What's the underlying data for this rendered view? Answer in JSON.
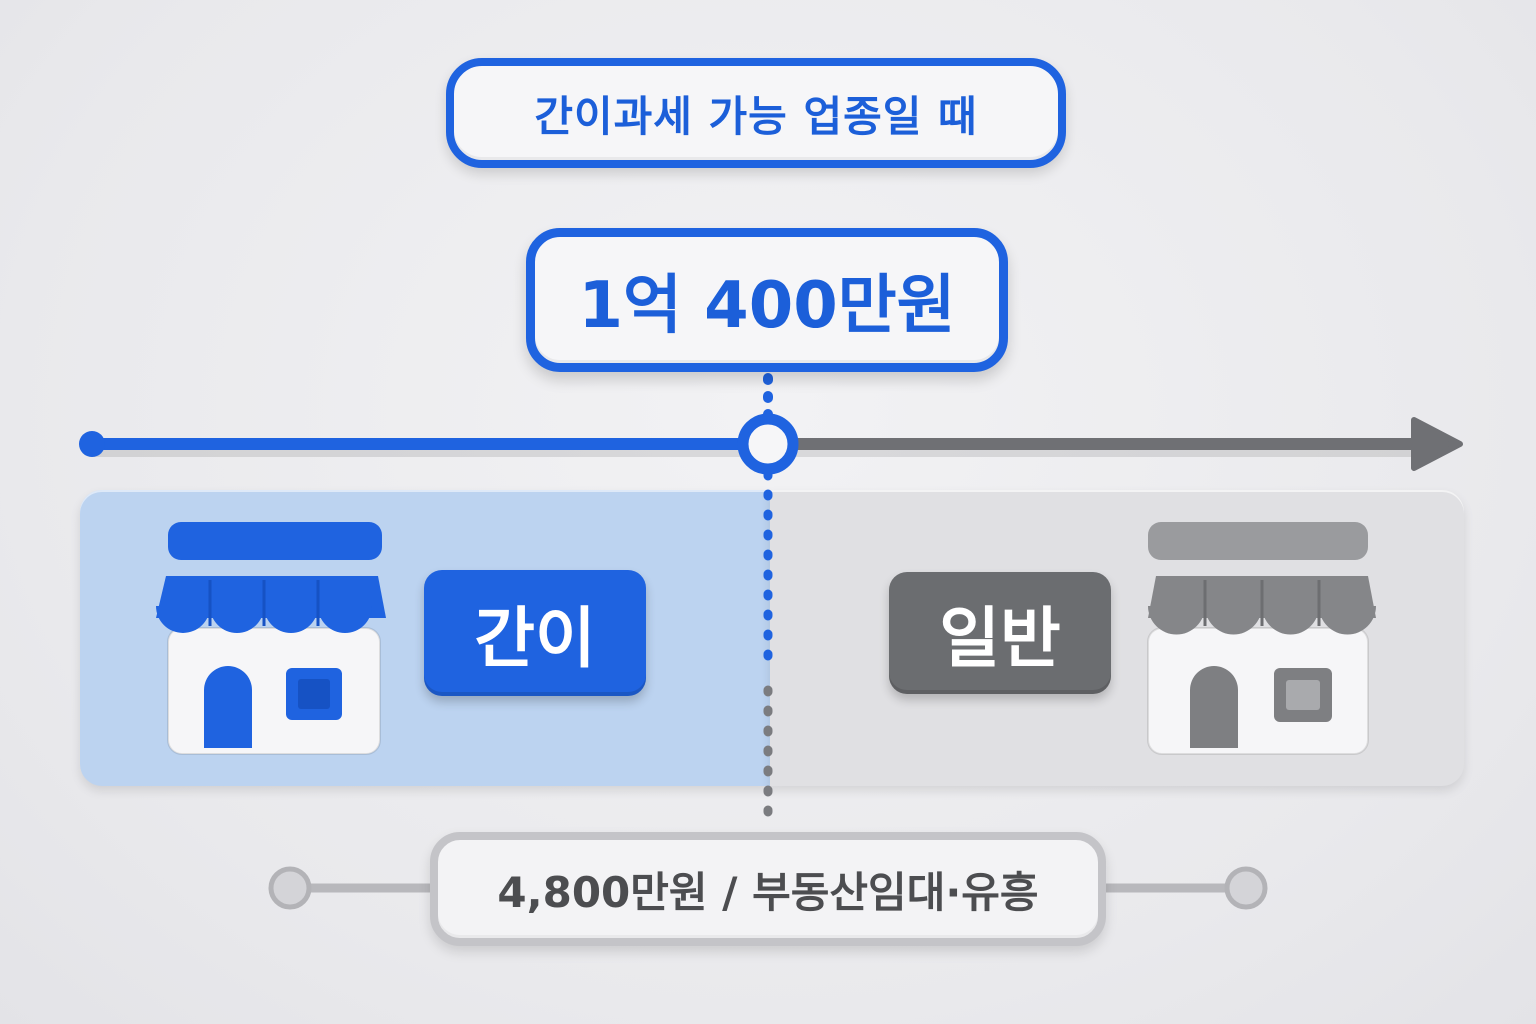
{
  "title": "간이과세 가능 업종일 때",
  "threshold": {
    "label": "1억 400만원"
  },
  "left_category": {
    "label": "간이",
    "icon": "storefront-icon",
    "color": "#1f63e0",
    "panel_color": "#bcd3f0"
  },
  "right_category": {
    "label": "일반",
    "icon": "storefront-icon",
    "color": "#6b6d70",
    "panel_color": "#e0e0e3"
  },
  "bottom_note": {
    "label": "4,800만원 / 부동산임대·유흥"
  },
  "colors": {
    "accent_blue": "#1f63e0",
    "gray": "#6b6d70",
    "light_gray": "#c4c4c8"
  }
}
